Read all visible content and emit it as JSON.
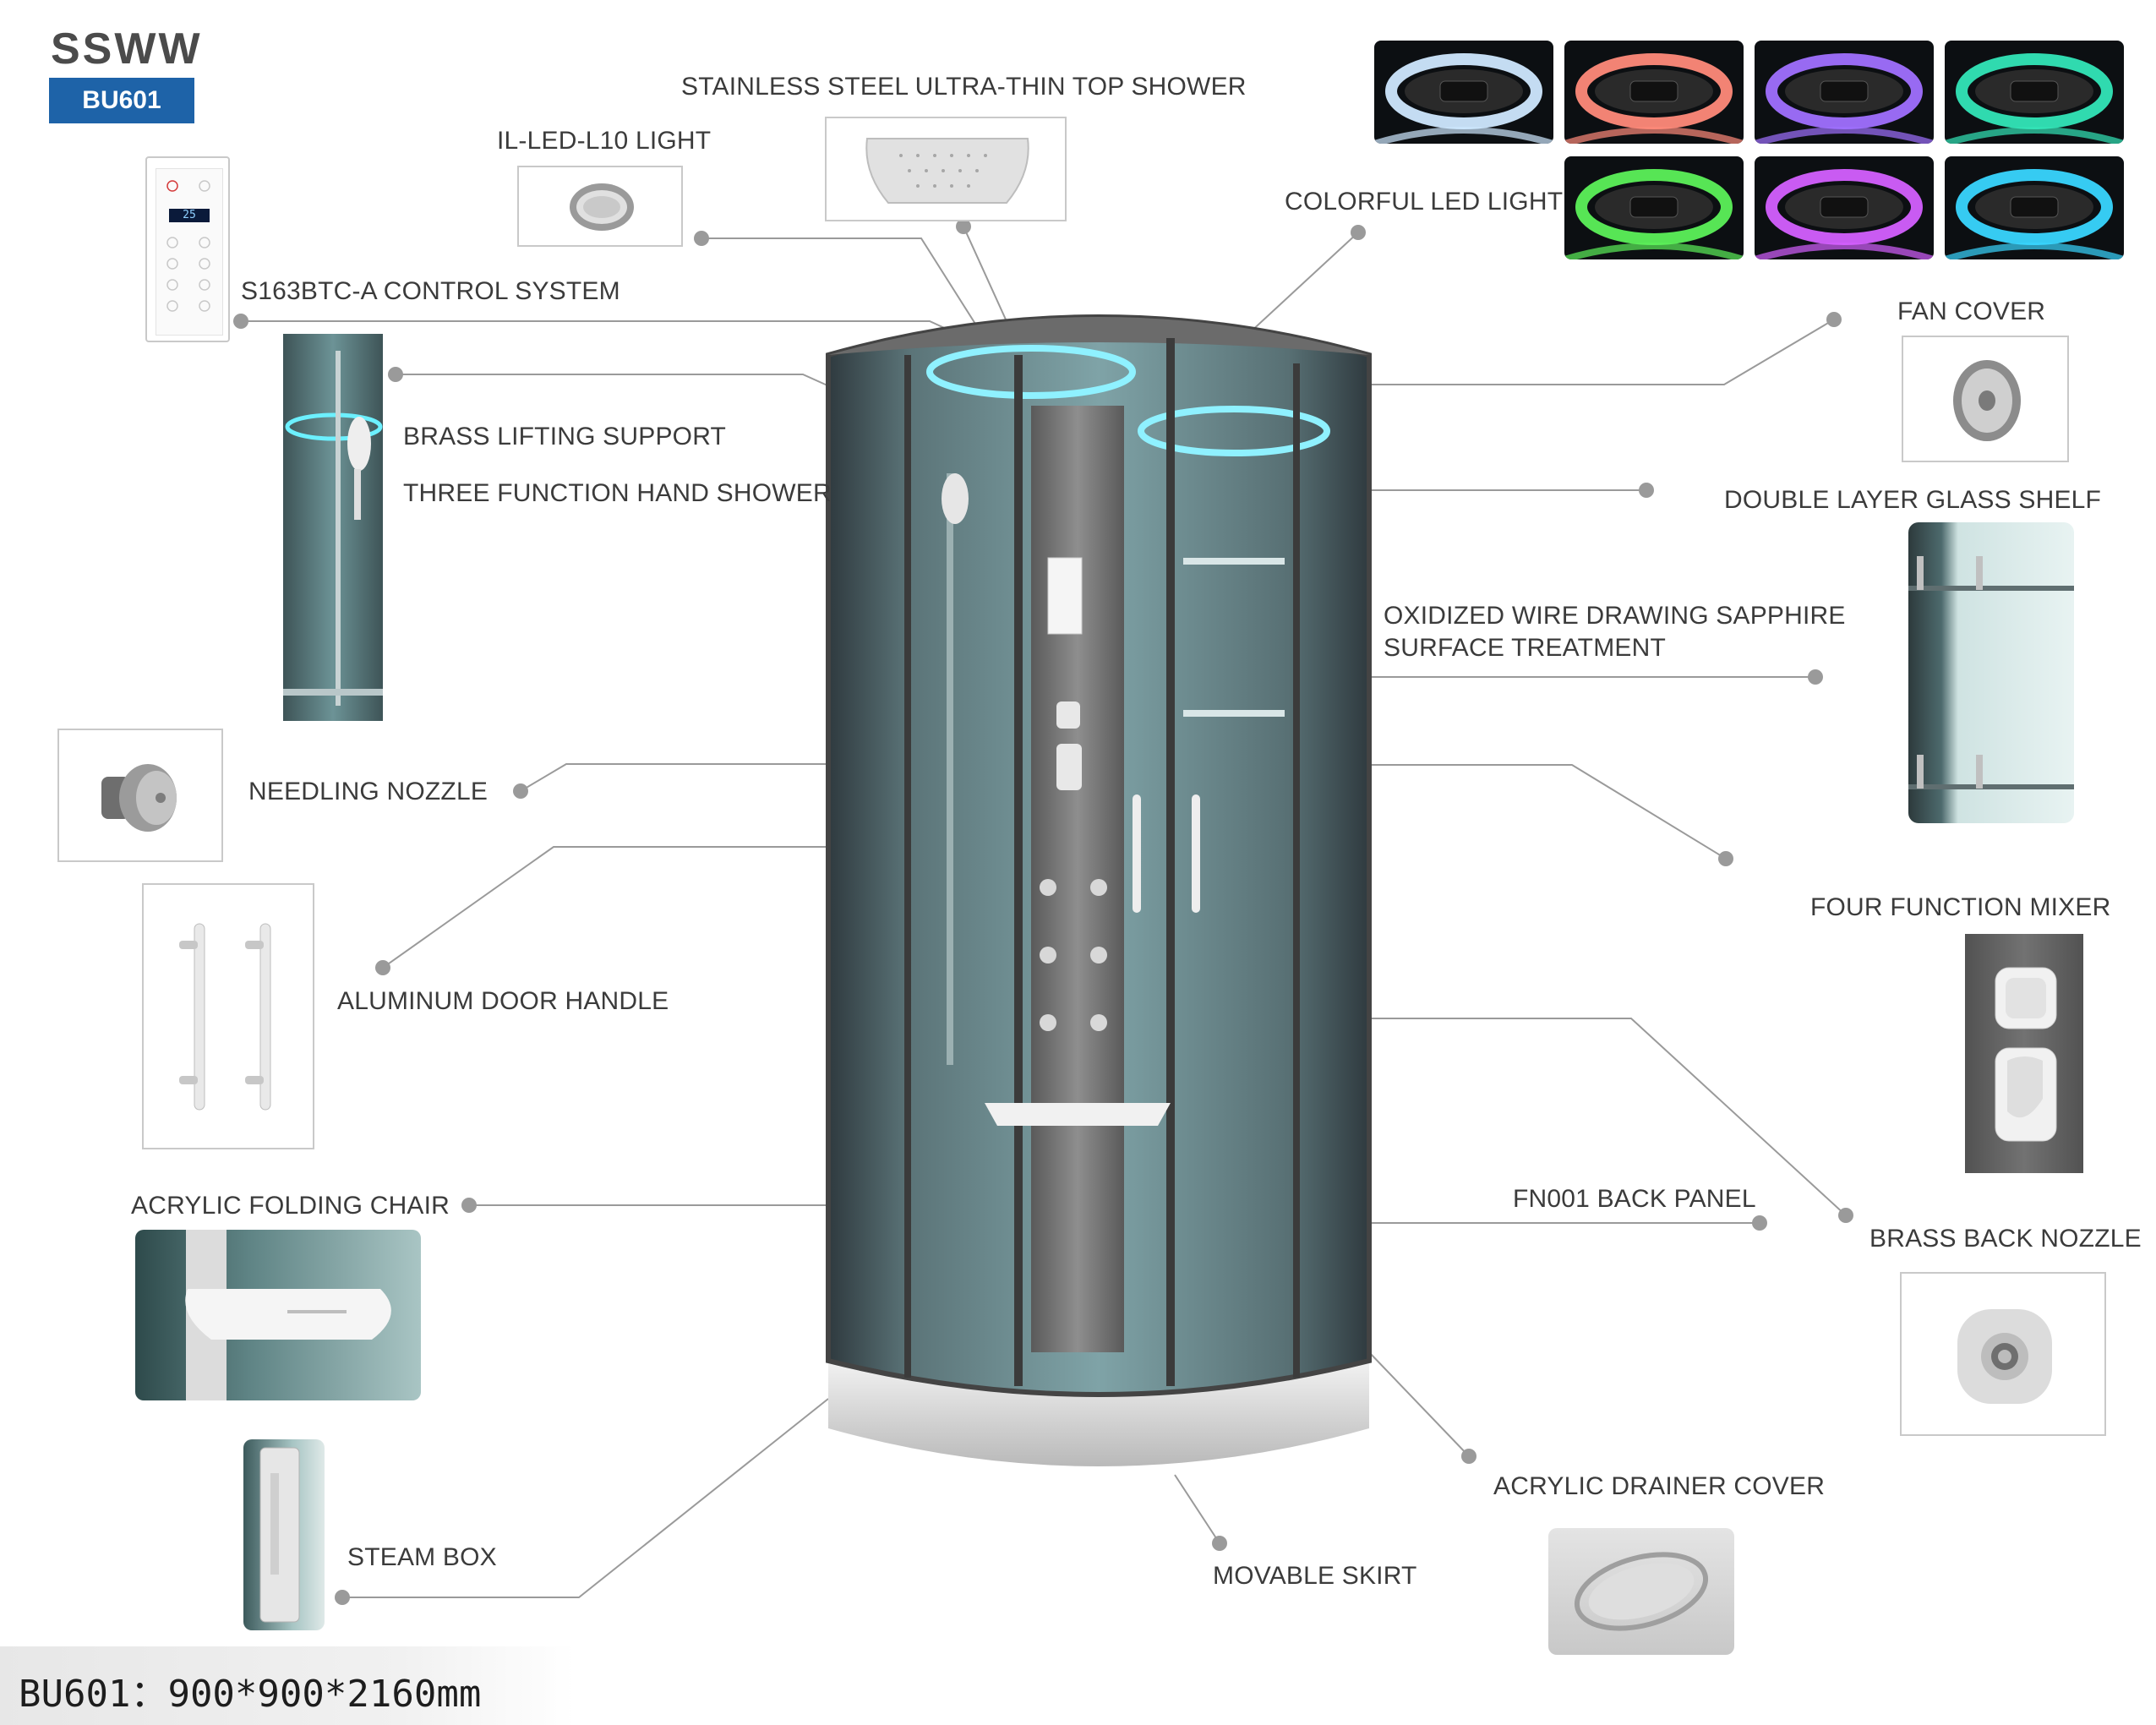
{
  "brand": "SSWW",
  "model_badge": "BU601",
  "footer": "BU601：900*900*2160mm",
  "labels": {
    "top_shower": "STAINLESS STEEL ULTRA-THIN TOP SHOWER",
    "led_light": "IL-LED-L10 LIGHT",
    "colorful_led": "COLORFUL LED LIGHT",
    "control_system": "S163BTC-A CONTROL SYSTEM",
    "fan_cover": "FAN COVER",
    "lifting_support": "BRASS LIFTING SUPPORT",
    "hand_shower": "THREE FUNCTION HAND SHOWER",
    "glass_shelf": "DOUBLE LAYER GLASS SHELF",
    "sapphire_line1": "OXIDIZED WIRE DRAWING SAPPHIRE",
    "sapphire_line2": "SURFACE TREATMENT",
    "needling_nozzle": "NEEDLING NOZZLE",
    "four_function_mixer": "FOUR FUNCTION MIXER",
    "door_handle": "ALUMINUM DOOR HANDLE",
    "folding_chair": "ACRYLIC FOLDING CHAIR",
    "back_panel": "FN001 BACK PANEL",
    "back_nozzle": "BRASS BACK NOZZLE",
    "drainer_cover": "ACRYLIC DRAINER COVER",
    "steam_box": "STEAM BOX",
    "movable_skirt": "MOVABLE SKIRT"
  },
  "control_display": "25",
  "led_colors": [
    "#cfe8ff",
    "#ff8a7a",
    "#a070ff",
    "#33e6b8",
    "#5cf15a",
    "#d460ff",
    "#39d6ff"
  ]
}
